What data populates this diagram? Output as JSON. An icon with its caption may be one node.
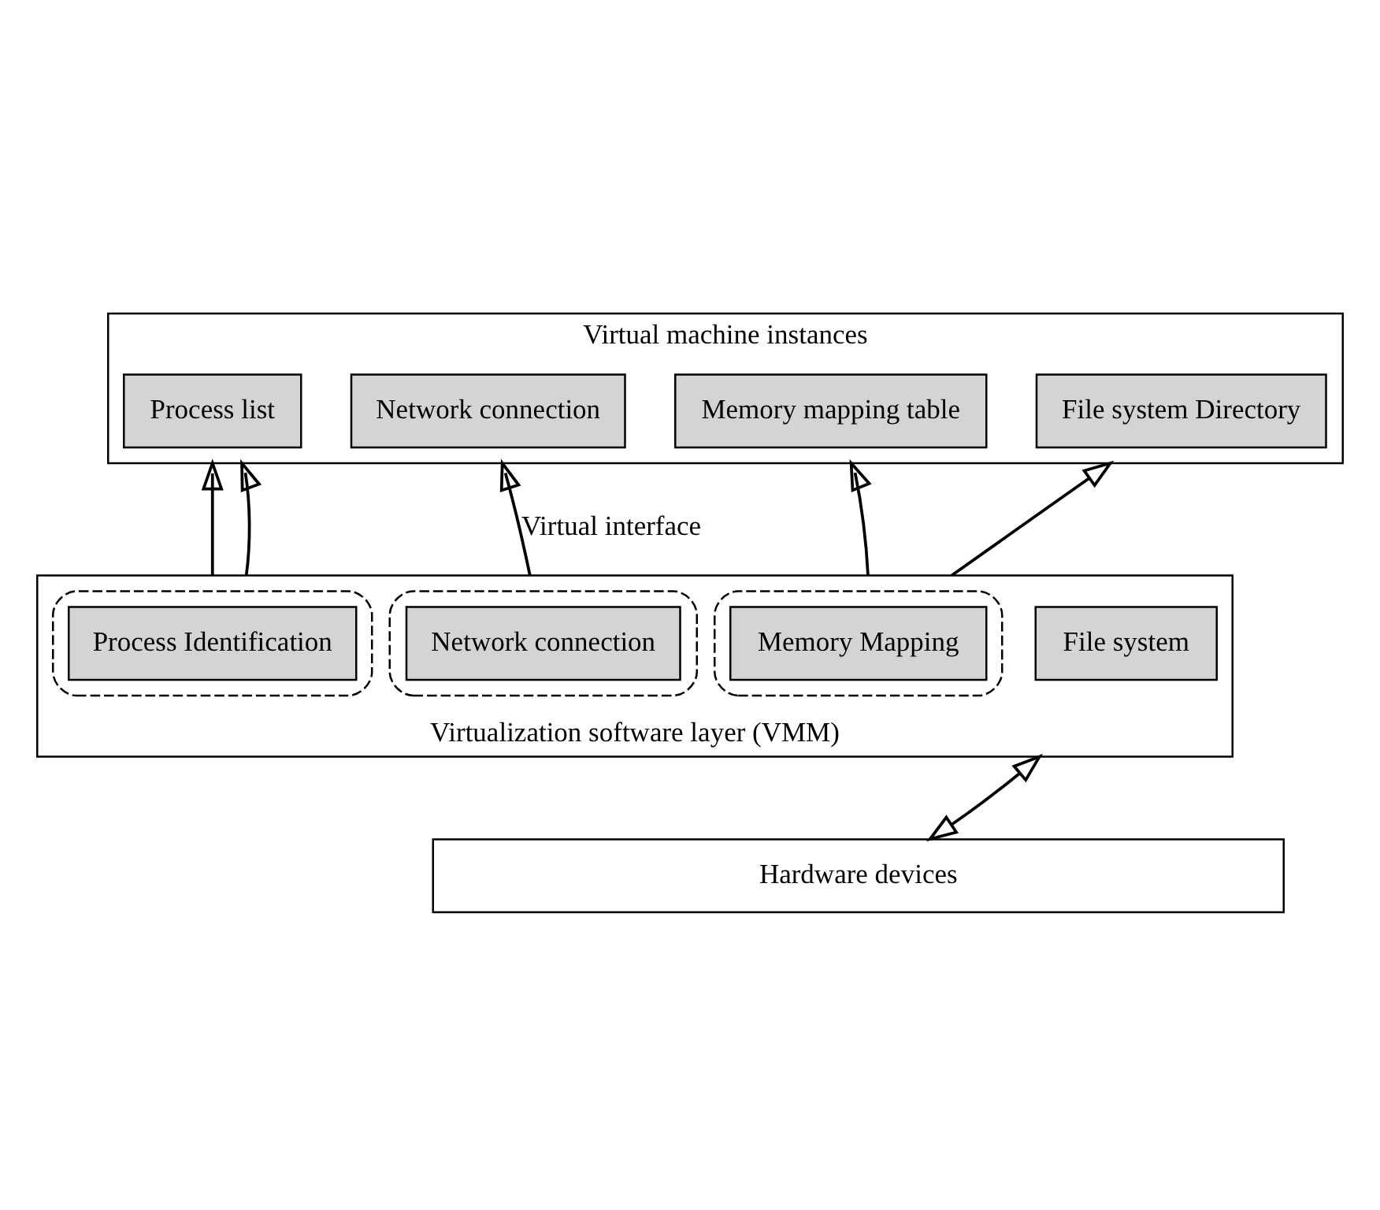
{
  "diagram": {
    "nodes": [
      {
        "text": [
          "Virtual machine instances"
        ]
      },
      {
        "text": [
          "Process list"
        ],
        "in": 0
      },
      {
        "text": [
          "Network connection"
        ],
        "in": 0
      },
      {
        "text": [
          "Memory mapping table"
        ],
        "in": 0
      },
      {
        "text": [
          "File system Directory"
        ],
        "in": 0
      },
      {
        "text": [
          "Virtualization software layer (VMM)"
        ]
      },
      {
        "text": [],
        "shape": "box",
        "in": 5
      },
      {
        "text": [
          "Process Identification"
        ],
        "in": 6
      },
      {
        "text": [],
        "shape": "box",
        "in": 5
      },
      {
        "text": [
          "Network connection"
        ],
        "in": 8
      },
      {
        "text": [],
        "shape": "box",
        "in": 5
      },
      {
        "text": [
          "Memory Mapping"
        ],
        "in": 10
      },
      {
        "text": [
          "File system"
        ],
        "in": 5
      },
      {
        "text": [
          "Hardware devices"
        ]
      }
    ],
    "edges": [
      {
        "from": 5,
        "to": 0,
        "arrow": "to"
      },
      {
        "from": 5,
        "to": 0,
        "arrow": "to"
      },
      {
        "from": 5,
        "to": 0,
        "arrow": "to",
        "label": "Virtual interface"
      },
      {
        "from": 5,
        "to": 0,
        "arrow": "to"
      },
      {
        "from": 5,
        "to": 0,
        "arrow": "to"
      },
      {
        "from": 13,
        "to": 5,
        "arrow": "both"
      }
    ]
  }
}
